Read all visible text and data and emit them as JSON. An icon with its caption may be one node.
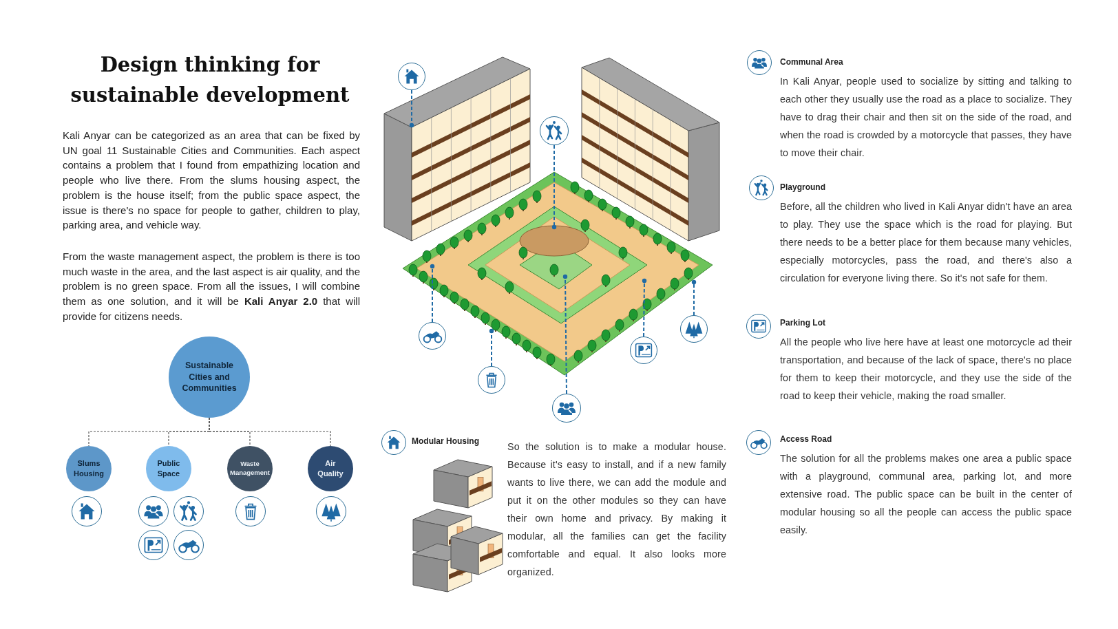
{
  "diagram": {
    "title": "Design thinking for sustainable development",
    "nodes": [
      {
        "text": [
          "Sustainable Cities and Communities"
        ]
      },
      {
        "text": [
          "Slums Housing"
        ]
      },
      {
        "text": [
          "Public Space"
        ]
      },
      {
        "text": [
          "Waste Management"
        ]
      },
      {
        "text": [
          "Air Quality"
        ]
      },
      {
        "text": [],
        "shape": "picture"
      },
      {
        "text": [],
        "shape": "picture"
      },
      {
        "text": [],
        "shape": "picture"
      },
      {
        "text": [],
        "shape": "picture"
      },
      {
        "text": [],
        "shape": "picture"
      },
      {
        "text": [],
        "shape": "picture"
      },
      {
        "text": [],
        "shape": "picture"
      }
    ],
    "edges": [
      {
        "from": 0,
        "to": 1,
        "arrow": "none",
        "style": "dashed"
      },
      {
        "from": 0,
        "to": 2,
        "arrow": "none",
        "style": "dashed"
      },
      {
        "from": 0,
        "to": 3,
        "arrow": "none",
        "style": "dashed"
      },
      {
        "from": 0,
        "to": 4,
        "arrow": "none",
        "style": "dashed"
      },
      {
        "from": 5,
        "to": null,
        "arrow": "other",
        "style": "dashed"
      },
      {
        "from": 6,
        "to": null,
        "arrow": "other",
        "style": "dashed"
      },
      {
        "from": 7,
        "to": null,
        "arrow": "other",
        "style": "dashed"
      },
      {
        "from": 8,
        "to": null,
        "arrow": "other",
        "style": "dashed"
      },
      {
        "from": 9,
        "to": null,
        "arrow": "other",
        "style": "dashed"
      },
      {
        "from": 10,
        "to": null,
        "arrow": "other",
        "style": "dashed"
      },
      {
        "from": 11,
        "to": null,
        "arrow": "other",
        "style": "dashed"
      }
    ],
    "labels": [
      "Kali Anyar can be categorized as an area that can be fixed by UN goal 11 Sustainable Cities and Communities. Each aspect contains a problem that I found from empathizing location and people who live there. From the slums housing aspect, the problem is the house itself; from the public space aspect, the issue is there's no space for people to gather, children to play, parking area, and vehicle way.",
      "From the waste management aspect, the problem is there is too much waste in the area, and the last aspect is air quality, and the problem is no green space. From all the issues, I will combine them as one solution, and it will be **Kali Anyar 2.0** that will provide for citizens needs.",
      "Communal Area",
      "In Kali Anyar, people used to socialize by sitting and talking to each other they usually use the road as a place to socialize. They have to drag their chair and then sit on the side of the road, and when the road is crowded by a motorcycle that passes, they have to move their chair.",
      "Playground",
      "Before, all the children who lived in Kali Anyar didn't have an area to play. They use the space which is the road for playing. But there needs to be a better place for them because many vehicles, especially motorcycles, pass the road, and there's also a circulation for everyone living there. So it's not safe for them.",
      "Parking Lot",
      "All the people who live here have at least one motorcycle ad their transportation, and because of the lack of space, there's no place for them to keep their motorcycle, and they use the side of the road to keep their vehicle, making the road smaller.",
      "Access Road",
      "The solution for all the problems makes one area a public space with a playground, communal area, parking lot, and more extensive road. The public space can be built in the center of modular housing so all the people can access the public space easily.",
      "Modular Housing",
      "So the solution is to make a modular house. Because it's easy to install, and if a new family wants to live there, we can add the module and put it on the other modules so they can have their own home and privacy. By making it modular, all the families can get the facility comfortable and equal. It also looks more organized."
    ]
  }
}
